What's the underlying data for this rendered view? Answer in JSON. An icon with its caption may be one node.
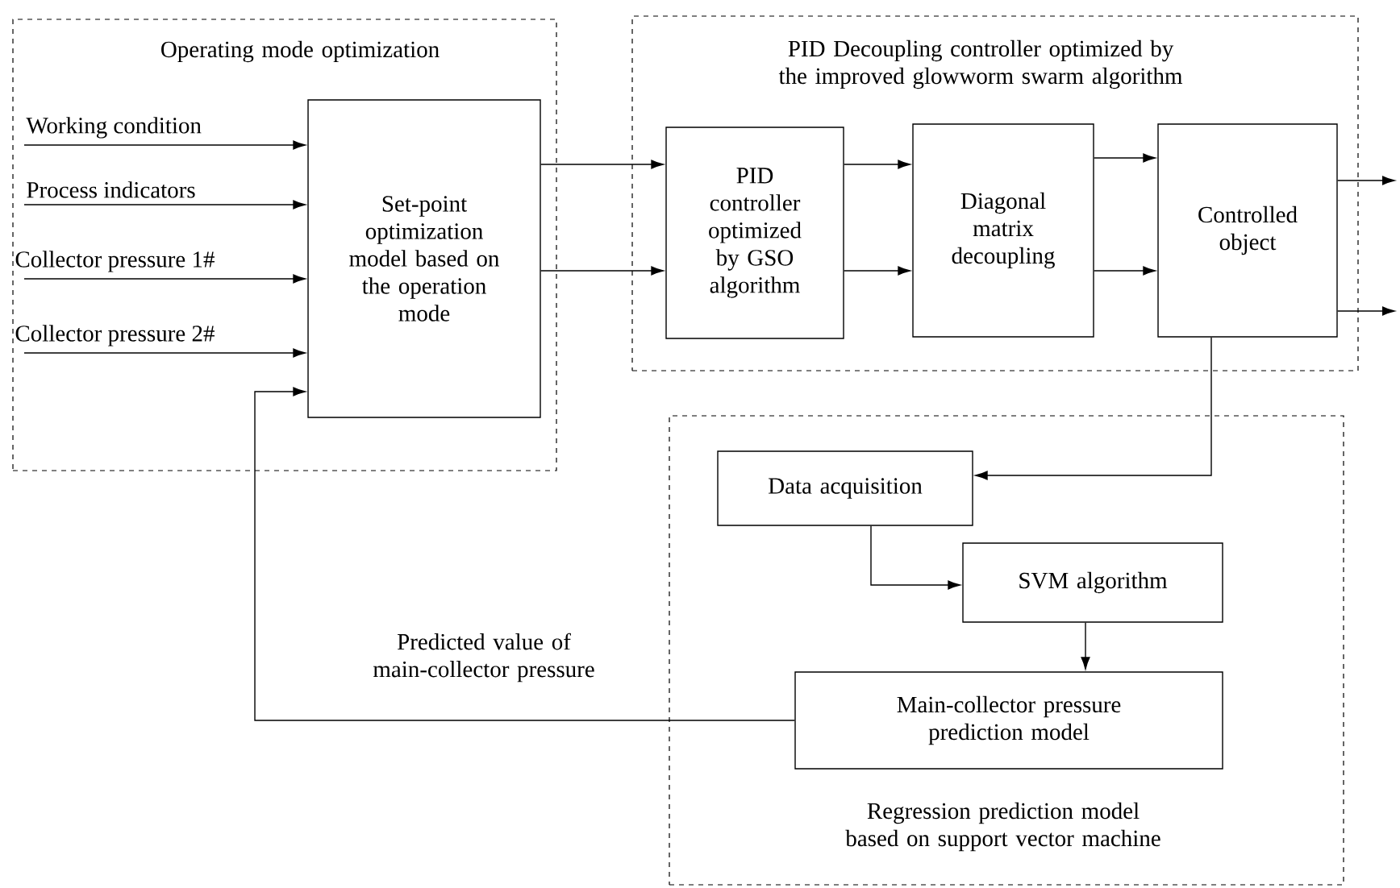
{
  "diagram": {
    "nodes": [
      {
        "text": [
          "Operating mode optimization"
        ]
      },
      {
        "text": [
          "Set-point optimization model based on the operation mode"
        ],
        "in": 0
      },
      {
        "text": [
          "PID Decoupling controller optimized by the improved glowworm swarm algorithm"
        ]
      },
      {
        "text": [
          "PID controller optimized by GSO algorithm"
        ],
        "in": 2
      },
      {
        "text": [
          "Diagonal matrix decoupling"
        ],
        "in": 2
      },
      {
        "text": [
          "Controlled object"
        ],
        "in": 2
      },
      {
        "text": [
          "Regression prediction model based on support vector machine"
        ]
      },
      {
        "text": [
          "Data acquisition"
        ],
        "in": 6
      },
      {
        "text": [
          "SVM algorithm"
        ],
        "in": 6
      },
      {
        "text": [
          "Main-collector pressure prediction model"
        ],
        "in": 6
      }
    ],
    "edges": [
      {
        "from": null,
        "to": 1,
        "arrow": "to",
        "label": "Working condition"
      },
      {
        "from": null,
        "to": 1,
        "arrow": "to",
        "label": "Process indicators"
      },
      {
        "from": null,
        "to": 1,
        "arrow": "to",
        "label": "Collector pressure 1#"
      },
      {
        "from": null,
        "to": 1,
        "arrow": "to",
        "label": "Collector pressure 2#"
      },
      {
        "from": 1,
        "to": 3,
        "arrow": "to"
      },
      {
        "from": 1,
        "to": 3,
        "arrow": "to"
      },
      {
        "from": 3,
        "to": 4,
        "arrow": "to"
      },
      {
        "from": 3,
        "to": 4,
        "arrow": "to"
      },
      {
        "from": 4,
        "to": 5,
        "arrow": "to"
      },
      {
        "from": 4,
        "to": 5,
        "arrow": "to"
      },
      {
        "from": 5,
        "to": null,
        "arrow": "to"
      },
      {
        "from": 5,
        "to": null,
        "arrow": "to"
      },
      {
        "from": 5,
        "to": 7,
        "arrow": "to"
      },
      {
        "from": 7,
        "to": 8,
        "arrow": "to"
      },
      {
        "from": 8,
        "to": 9,
        "arrow": "to"
      },
      {
        "from": 9,
        "to": 1,
        "arrow": "to",
        "label": "Predicted value of main-collector pressure"
      }
    ]
  }
}
